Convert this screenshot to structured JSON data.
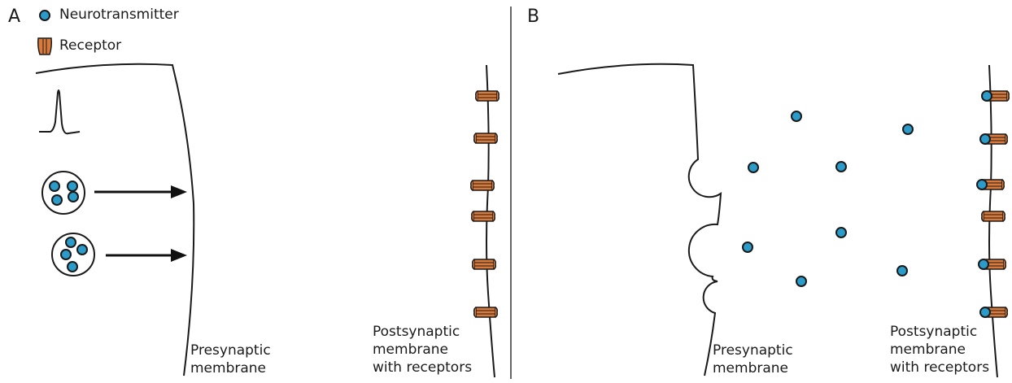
{
  "panels": {
    "a": {
      "label": "A",
      "presynaptic_label": "Presynaptic\nmembrane",
      "postsynaptic_label": "Postsynaptic\nmembrane\nwith receptors"
    },
    "b": {
      "label": "B",
      "presynaptic_label": "Presynaptic\nmembrane",
      "postsynaptic_label": "Postsynaptic\nmembrane\nwith receptors"
    }
  },
  "legend": {
    "neurotransmitter": {
      "label": "Neurotransmitter",
      "icon": "neurotransmitter-icon"
    },
    "receptor": {
      "label": "Receptor",
      "icon": "receptor-icon"
    }
  },
  "colors": {
    "neurotransmitter_fill": "#2b9bc9",
    "receptor_fill": "#d9793a",
    "line": "#1a1a1a",
    "divider": "#666666"
  }
}
